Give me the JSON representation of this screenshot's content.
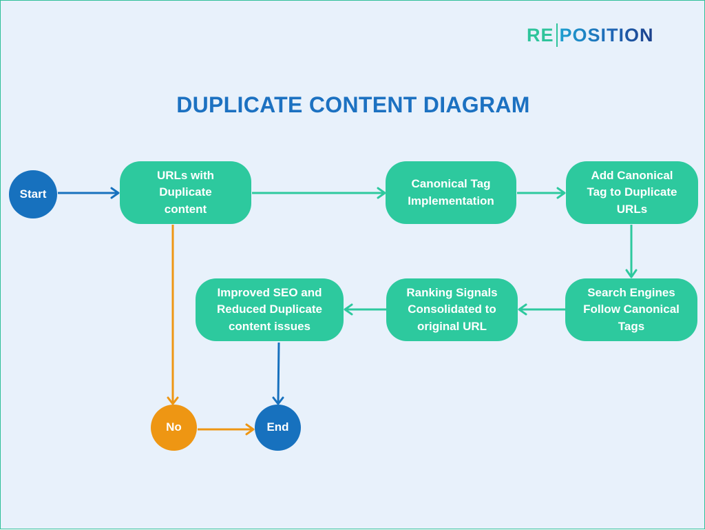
{
  "logo": {
    "part1": "RE",
    "part2": "POSITION"
  },
  "title": "DUPLICATE CONTENT DIAGRAM",
  "nodes": {
    "start": "Start",
    "urls": "URLs with\nDuplicate\ncontent",
    "canonical_impl": "Canonical Tag\nImplementation",
    "add_canonical": "Add Canonical\nTag to Duplicate\nURLs",
    "search_engines": "Search Engines\nFollow Canonical\nTags",
    "ranking": "Ranking Signals\nConsolidated to\noriginal URL",
    "improved": "Improved SEO and\nReduced Duplicate\ncontent issues",
    "no": "No",
    "end": "End"
  },
  "colors": {
    "background": "#e8f1fb",
    "process_box": "#2dc99e",
    "terminal": "#1771be",
    "decision": "#ee9613",
    "title": "#1c71c1"
  }
}
